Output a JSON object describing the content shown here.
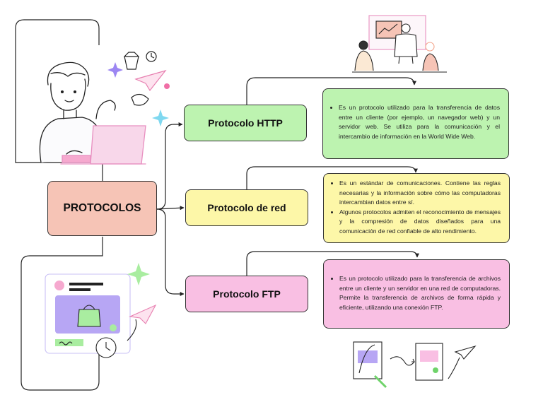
{
  "main_node": {
    "label": "PROTOCOLOS",
    "color": "#f6c4b6"
  },
  "branches": [
    {
      "label": "Protocolo HTTP",
      "color": "#bdf3b0",
      "bullets": [
        "Es un protocolo utilizado para la transferencia de datos entre un cliente (por ejemplo, un navegador web) y un servidor web. Se utiliza para la comunicación y el intercambio de información en la World Wide Web."
      ]
    },
    {
      "label": "Protocolo de red",
      "color": "#fdf7a8",
      "bullets": [
        "Es un estándar de comunicaciones. Contiene las reglas necesarias y la información sobre cómo las computadoras intercambian datos entre sí.",
        "Algunos protocolos admiten el reconocimiento de mensajes y la compresión de datos diseñados para una comunicación de red confiable de alto rendimiento."
      ]
    },
    {
      "label": "Protocolo FTP",
      "color": "#f9bfe3",
      "bullets": [
        "Es un protocolo utilizado para la transferencia de archivos entre un cliente y un servidor en una red de computadoras. Permite la transferencia de archivos de forma rápida y eficiente, utilizando una conexión FTP."
      ]
    }
  ],
  "illustrations": {
    "top_left": "person-with-laptop",
    "top_right": "classroom-presentation",
    "bottom_left": "online-shopping-screen",
    "bottom_right": "file-transfer-sketch"
  },
  "colors": {
    "line": "#222222",
    "accent_purple": "#b7a6f4",
    "accent_green": "#a9eda0",
    "accent_pink": "#f7a6c9"
  }
}
